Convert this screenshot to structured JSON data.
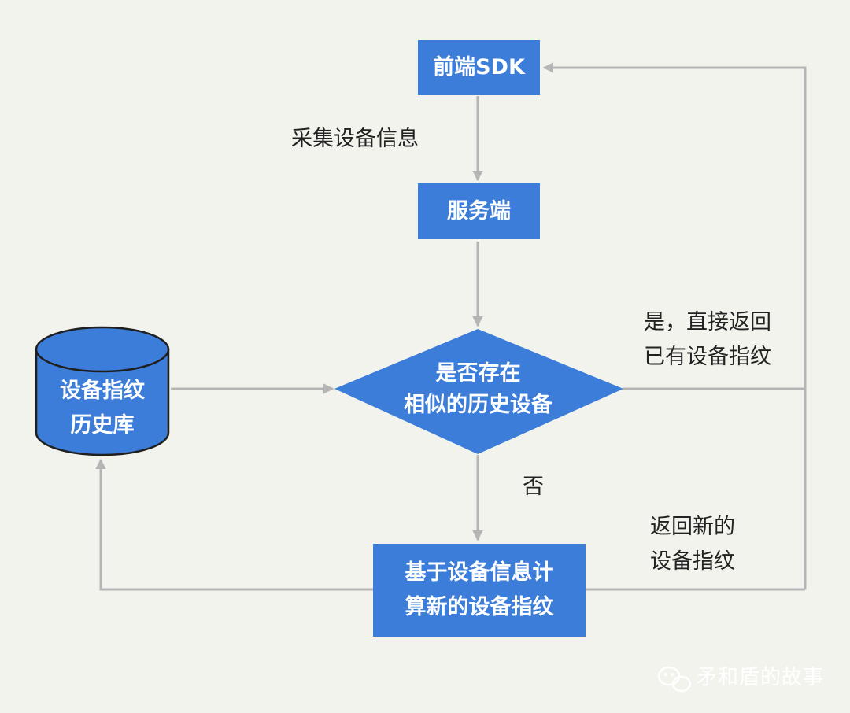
{
  "nodes": {
    "frontend_sdk": "前端SDK",
    "server": "服务端",
    "decision": {
      "line1": "是否存在",
      "line2": "相似的历史设备"
    },
    "history_db": {
      "line1": "设备指纹",
      "line2": "历史库"
    },
    "compute": {
      "line1": "基于设备信息计",
      "line2": "算新的设备指纹"
    }
  },
  "edge_labels": {
    "collect": "采集设备信息",
    "yes": {
      "line1": "是，直接返回",
      "line2": "已有设备指纹"
    },
    "no": "否",
    "return_new": {
      "line1": "返回新的",
      "line2": "设备指纹"
    }
  },
  "watermark": {
    "text": "矛和盾的故事",
    "icon": "wechat-icon"
  },
  "colors": {
    "node_fill": "#3b7dd8",
    "edge": "#b5b5b5",
    "background": "#f3f3ee",
    "text": "#222222"
  }
}
